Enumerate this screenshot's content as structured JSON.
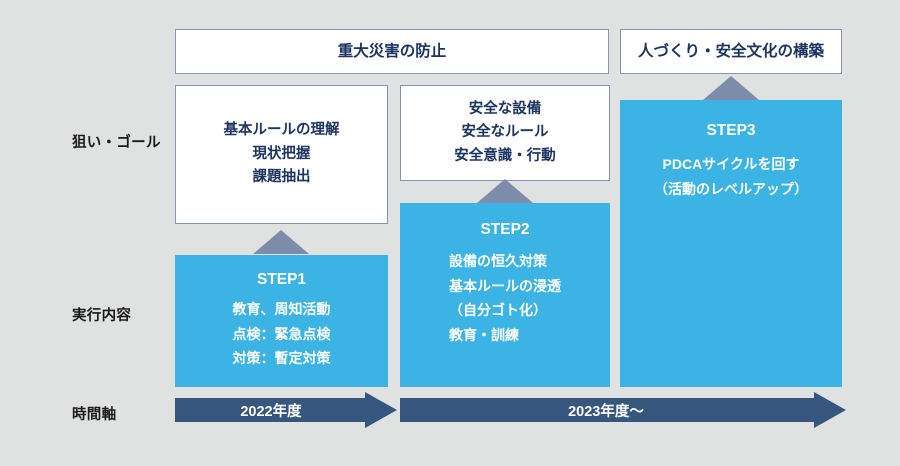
{
  "diagram": {
    "background_color": "#e0e1e1",
    "accent_cyan": "#3bb4e5",
    "accent_navy": "#35567f",
    "accent_gray_blue": "#7d8cab",
    "text_navy": "#1d3461"
  },
  "row_labels": {
    "goal": "狙い・ゴール",
    "execution": "実行内容",
    "timeline": "時間軸"
  },
  "banners": [
    {
      "id": "major-disaster-prevention",
      "text": "重大災害の防止"
    },
    {
      "id": "people-safety-culture",
      "text": "人づくり・安全文化の構築"
    }
  ],
  "goals": [
    {
      "id": "goal-step1",
      "lines": [
        "基本ルールの理解",
        "現状把握",
        "課題抽出"
      ]
    },
    {
      "id": "goal-step2",
      "lines": [
        "安全な設備",
        "安全なルール",
        "安全意識・行動"
      ]
    }
  ],
  "steps": [
    {
      "id": "step1",
      "title": "STEP1",
      "lines": [
        "教育、周知活動",
        "点検：緊急点検",
        "対策：暫定対策"
      ]
    },
    {
      "id": "step2",
      "title": "STEP2",
      "lines": [
        "設備の恒久対策",
        "基本ルールの浸透",
        "（自分ゴト化）",
        "教育・訓練"
      ]
    },
    {
      "id": "step3",
      "title": "STEP3",
      "lines": [
        "PDCAサイクルを回す",
        "（活動のレベルアップ）"
      ]
    }
  ],
  "timeline": [
    {
      "id": "fy2022",
      "label": "2022年度"
    },
    {
      "id": "fy2023",
      "label": "2023年度〜"
    }
  ]
}
